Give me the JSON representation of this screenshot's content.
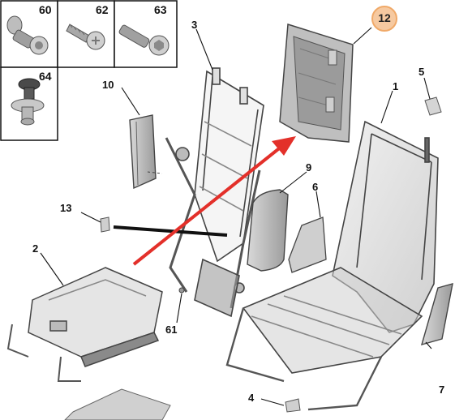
{
  "thumbnails": [
    {
      "label": "60"
    },
    {
      "label": "62"
    },
    {
      "label": "63"
    },
    {
      "label": "64"
    }
  ],
  "callouts": {
    "c1": "1",
    "c2": "2",
    "c3": "3",
    "c4": "4",
    "c5": "5",
    "c6": "6",
    "c7": "7",
    "c9": "9",
    "c10": "10",
    "c13": "13",
    "c61": "61"
  },
  "highlight": {
    "label": "12",
    "color": "#f6c9a0"
  },
  "arrow_color": "#e3302a"
}
